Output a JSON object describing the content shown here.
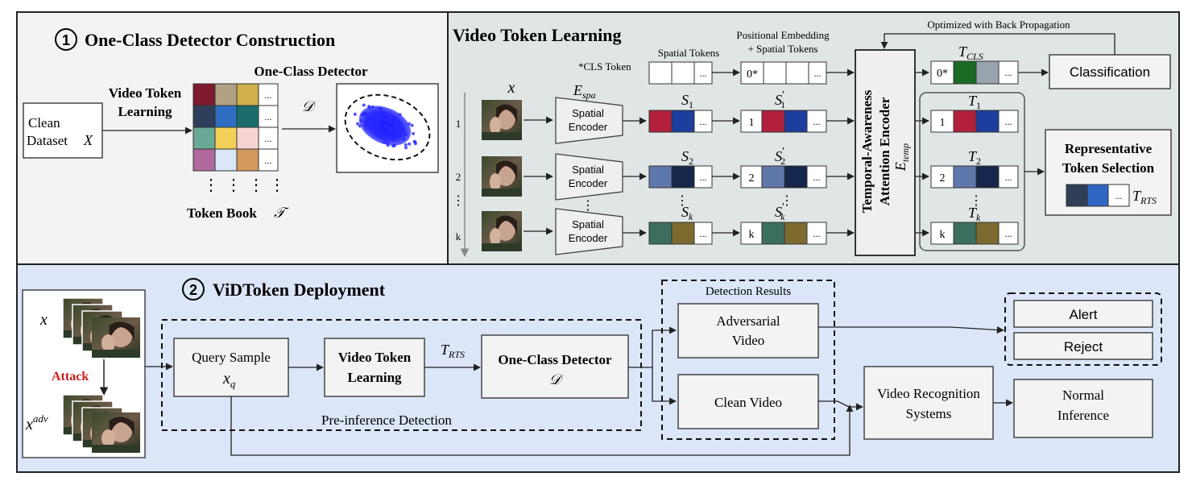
{
  "panel1": {
    "number": "1",
    "title": "One-Class Detector Construction",
    "clean_dataset": [
      "Clean",
      "Dataset"
    ],
    "dataset_symbol": "X",
    "video_token_learning": [
      "Video Token",
      "Learning"
    ],
    "detector_label": "One-Class Detector",
    "detector_symbol": "𝒟",
    "token_book": "Token Book",
    "token_book_symbol": "𝒯",
    "ellipsis": "...",
    "vdots": "⋮",
    "token_colors": [
      [
        "#7f1a2c",
        "#b3a185",
        "#cfb04a"
      ],
      [
        "#2e3f5b",
        "#2f6fc3",
        "#1a6d6a"
      ],
      [
        "#6aa897",
        "#f3d058",
        "#f6d4d1"
      ],
      [
        "#b06a9e",
        "#dbe6f7",
        "#d39a5e"
      ]
    ]
  },
  "panel2": {
    "title": "Video Token Learning",
    "optimized": "Optimized with Back Propagation",
    "spatial_tokens": "Spatial Tokens",
    "positional": [
      "Positional Embedding",
      "+ Spatial Tokens"
    ],
    "cls_token": "*CLS Token",
    "cls_value": "0*",
    "x_label": "x",
    "e_spa": "E",
    "e_spa_sub": "spa",
    "spatial_encoder": [
      "Spatial",
      "Encoder"
    ],
    "frame_index": [
      "1",
      "2",
      "⋮",
      "k"
    ],
    "s_labels": [
      "1",
      "2",
      "k"
    ],
    "s_main": "S",
    "prime": "′",
    "pos_index": [
      "1",
      "2",
      "k"
    ],
    "encoder_lines": [
      "Temporal-Awareness",
      "Attention Encoder"
    ],
    "e_temp": "E",
    "e_temp_sub": "temp",
    "t_main": "T",
    "t_cls_sub": "CLS",
    "t_subs": [
      "1",
      "2",
      "k"
    ],
    "classification": "Classification",
    "representative": [
      "Representative",
      "Token Selection"
    ],
    "t_rts_sub": "RTS",
    "ellipsis": "...",
    "vdots": "⋮",
    "token_colors": {
      "row1": [
        "#b2203c",
        "#1c3f9e"
      ],
      "row2": [
        "#5f78ac",
        "#15274a"
      ],
      "rowk": [
        "#3b6e5f",
        "#7d6a2f"
      ],
      "cls": [
        "#1a6b22",
        "#98a3ae"
      ],
      "rts": [
        "#2f3f58",
        "#2f66c4"
      ]
    }
  },
  "panel3": {
    "number": "2",
    "title": "ViDToken Deployment",
    "x_label": "x",
    "attack": "Attack",
    "xadv_main": "x",
    "xadv_sup": "adv",
    "query": "Query Sample",
    "query_sym": "x",
    "query_sub": "q",
    "vtl": [
      "Video Token",
      "Learning"
    ],
    "t_main": "T",
    "t_rts_sub": "RTS",
    "ocd_label": "One-Class Detector",
    "ocd_symbol": "𝒟",
    "pre_inference": "Pre-inference Detection",
    "detection_results": "Detection Results",
    "adversarial": [
      "Adversarial",
      "Video"
    ],
    "clean_video": "Clean Video",
    "alert": "Alert",
    "reject": "Reject",
    "vrs": [
      "Video Recognition",
      "Systems"
    ],
    "normal": [
      "Normal",
      "Inference"
    ]
  }
}
